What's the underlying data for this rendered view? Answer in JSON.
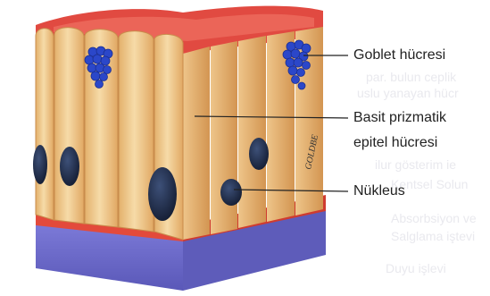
{
  "labels": {
    "goblet": "Goblet hücresi",
    "basit_line1": "Basit prizmatik",
    "basit_line2": "epitel hücresi",
    "nucleus": "Nükleus"
  },
  "signature": "GOLDBE",
  "background_texts": [
    "par. bulun ceplik",
    "uslu yanayan hücr",
    "ilur gösterim ie",
    "Kentsel Solun",
    "Absorbsiyon ve",
    "Salglama iştevi",
    "Duyu işlevi"
  ],
  "colors": {
    "cell_body": "#f1cf94",
    "cell_shade": "#d9a461",
    "apical_surface": "#e74a42",
    "basement_membrane": "#d8b04a",
    "connective_tissue": "#6e6ccf",
    "nucleus": "#22304f",
    "goblet_granules": "#2b47c9"
  }
}
